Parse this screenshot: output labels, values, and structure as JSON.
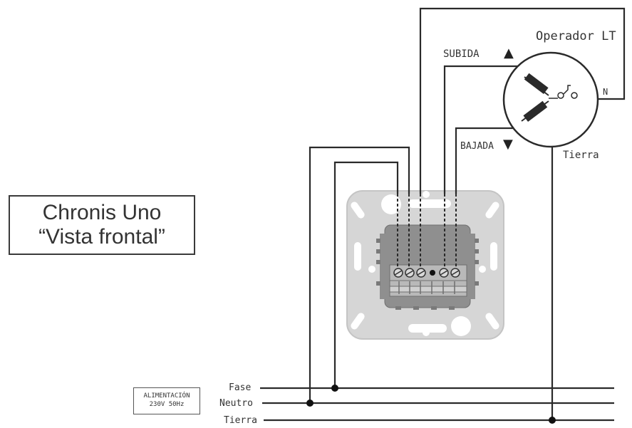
{
  "title": {
    "line1": "Chronis Uno",
    "line2": "“Vista frontal”"
  },
  "supply": {
    "line1": "ALIMENTACIÓN",
    "line2": "230V 50Hz"
  },
  "bus_lines": {
    "fase": "Fase",
    "neutro": "Neutro",
    "tierra": "Tierra"
  },
  "motor": {
    "label": "Operador LT",
    "subida": "SUBIDA",
    "bajada": "BAJADA",
    "neutral": "N",
    "earth": "Tierra",
    "up_arrow": "▲",
    "down_arrow": "▼"
  },
  "colors": {
    "wire": "#2a2a2a",
    "plate": "#d6d6d6",
    "plate_edge": "#c4c4c4",
    "module": "#8f8f8f",
    "terminal": "#b9b9b9"
  }
}
